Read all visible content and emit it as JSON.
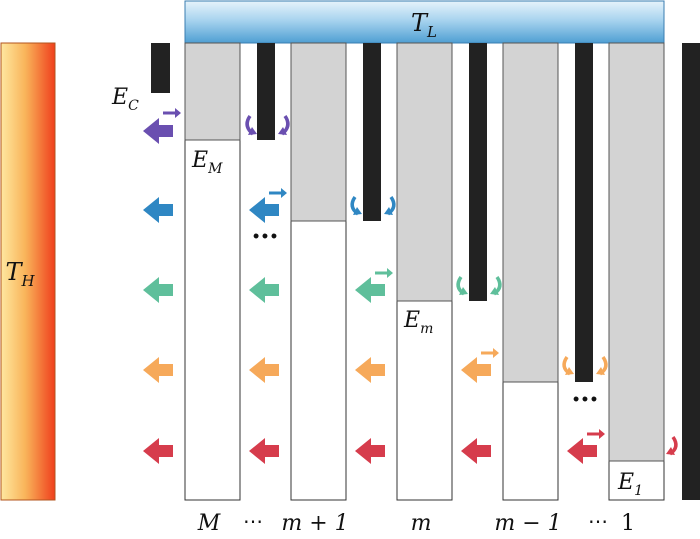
{
  "labels": {
    "cold_reservoir": "T",
    "cold_reservoir_sub": "L",
    "hot_reservoir": "T",
    "hot_reservoir_sub": "H",
    "energy_c": "E",
    "energy_c_sub": "C",
    "energy_M": "E",
    "energy_M_sub": "M",
    "energy_m": "E",
    "energy_m_sub": "m",
    "energy_1": "E",
    "energy_1_sub": "1"
  },
  "column_labels": {
    "M": "M",
    "dots_a": "⋯",
    "m_plus_1": "m + 1",
    "m": "m",
    "m_minus_1": "m − 1",
    "dots_b": "⋯",
    "one": "1"
  },
  "ellipsis_dots": "•••",
  "colors": {
    "purple": "#6a4fb0",
    "blue": "#2f87c3",
    "teal": "#5fbf9b",
    "orange": "#f6a95a",
    "red": "#d63c4c",
    "bar_gray": "#d3d3d3",
    "black_bar": "#222222",
    "cold_top": "#bfe0f4",
    "cold_bottom": "#4f9fd3",
    "hot_left": "#fde69a",
    "hot_right": "#f0401e"
  }
}
